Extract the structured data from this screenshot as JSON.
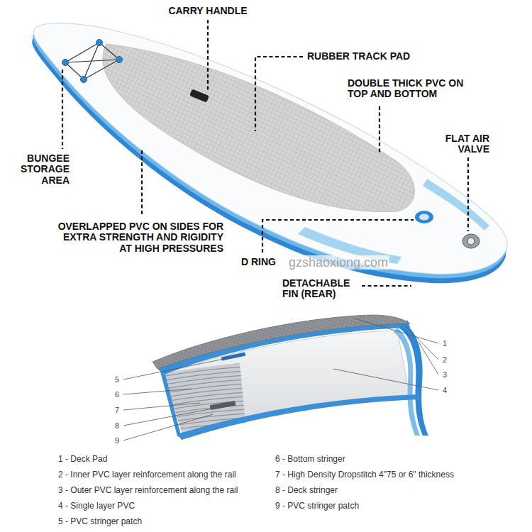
{
  "diagram": {
    "labels": [
      "CARRY HANDLE",
      "RUBBER TRACK PAD",
      "DOUBLE THICK PVC ON TOP AND BOTTOM",
      "FLAT AIR VALVE",
      "BUNGEE STORAGE AREA",
      "OVERLAPPED PVC ON SIDES FOR EXTRA STRENGTH AND RIGIDITY AT HIGH PRESSURES",
      "D RING",
      "gzshaoxiong.com",
      "DETACHABLE FIN (REAR)",
      "1",
      "2",
      "3",
      "4",
      "5",
      "6",
      "7",
      "8",
      "9",
      "1 - Deck Pad",
      "2 - Inner PVC layer reinforcement along the rail",
      "3 - Outer PVC layer reinforcement along the rail",
      "4 - Single layer PVC",
      "5 - PVC stringer patch",
      "6 - Bottom stringer",
      "7 - High Density Dropstitch 4\"75 or 6\" thickness",
      "8 - Deck stringer",
      "9 - PVC stringer patch"
    ]
  }
}
